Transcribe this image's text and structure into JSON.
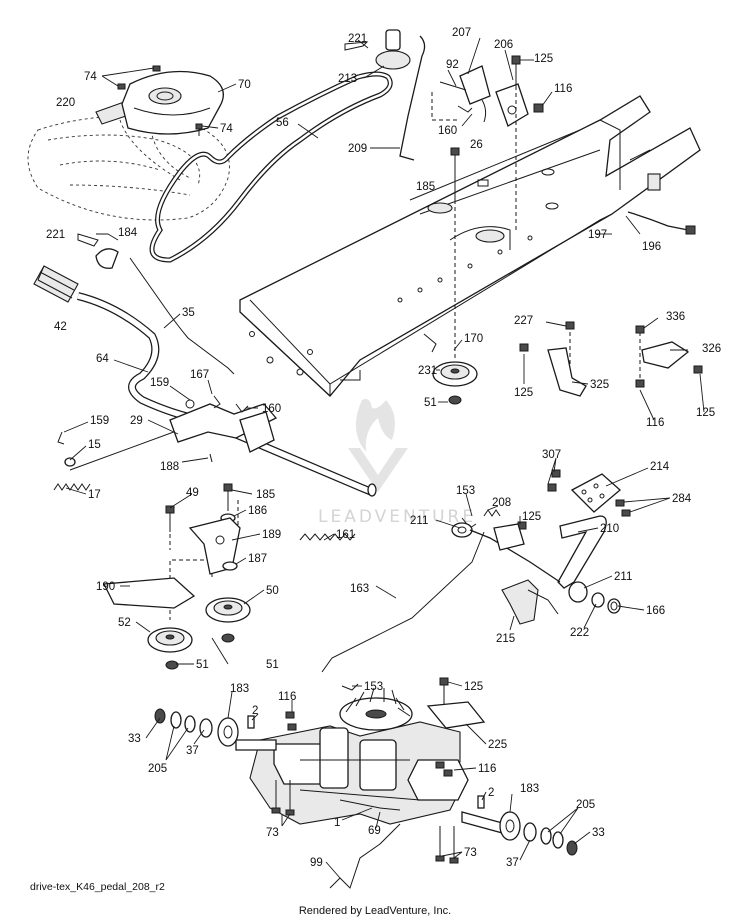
{
  "diagram_id": "drive-tex_K46_pedal_208_r2",
  "footer": "Rendered by LeadVenture, Inc.",
  "watermark": "LEADVENTURE",
  "callouts": [
    {
      "id": "c221a",
      "label": "221"
    },
    {
      "id": "c207",
      "label": "207"
    },
    {
      "id": "c206",
      "label": "206"
    },
    {
      "id": "c125a",
      "label": "125"
    },
    {
      "id": "c92",
      "label": "92"
    },
    {
      "id": "c213",
      "label": "213"
    },
    {
      "id": "c74a",
      "label": "74"
    },
    {
      "id": "c70",
      "label": "70"
    },
    {
      "id": "c116a",
      "label": "116"
    },
    {
      "id": "c220",
      "label": "220"
    },
    {
      "id": "c74b",
      "label": "74"
    },
    {
      "id": "c56",
      "label": "56"
    },
    {
      "id": "c160a",
      "label": "160"
    },
    {
      "id": "c26",
      "label": "26"
    },
    {
      "id": "c209",
      "label": "209"
    },
    {
      "id": "c185a",
      "label": "185"
    },
    {
      "id": "c221b",
      "label": "221"
    },
    {
      "id": "c184",
      "label": "184"
    },
    {
      "id": "c197",
      "label": "197"
    },
    {
      "id": "c196",
      "label": "196"
    },
    {
      "id": "c42",
      "label": "42"
    },
    {
      "id": "c35",
      "label": "35"
    },
    {
      "id": "c227",
      "label": "227"
    },
    {
      "id": "c336",
      "label": "336"
    },
    {
      "id": "c170",
      "label": "170"
    },
    {
      "id": "c326",
      "label": "326"
    },
    {
      "id": "c64",
      "label": "64"
    },
    {
      "id": "c231",
      "label": "231"
    },
    {
      "id": "c125b",
      "label": "125"
    },
    {
      "id": "c325",
      "label": "325"
    },
    {
      "id": "c159a",
      "label": "159"
    },
    {
      "id": "c167",
      "label": "167"
    },
    {
      "id": "c51a",
      "label": "51"
    },
    {
      "id": "c160b",
      "label": "160"
    },
    {
      "id": "c116b",
      "label": "116"
    },
    {
      "id": "c125c",
      "label": "125"
    },
    {
      "id": "c29",
      "label": "29"
    },
    {
      "id": "c159b",
      "label": "159"
    },
    {
      "id": "c15",
      "label": "15"
    },
    {
      "id": "c307",
      "label": "307"
    },
    {
      "id": "c214",
      "label": "214"
    },
    {
      "id": "c188",
      "label": "188"
    },
    {
      "id": "c17",
      "label": "17"
    },
    {
      "id": "c49",
      "label": "49"
    },
    {
      "id": "c185b",
      "label": "185"
    },
    {
      "id": "c153a",
      "label": "153"
    },
    {
      "id": "c208",
      "label": "208"
    },
    {
      "id": "c284",
      "label": "284"
    },
    {
      "id": "c186",
      "label": "186"
    },
    {
      "id": "c211a",
      "label": "211"
    },
    {
      "id": "c125d",
      "label": "125"
    },
    {
      "id": "c210",
      "label": "210"
    },
    {
      "id": "c189",
      "label": "189"
    },
    {
      "id": "c161",
      "label": "161"
    },
    {
      "id": "c187",
      "label": "187"
    },
    {
      "id": "c190",
      "label": "190"
    },
    {
      "id": "c50",
      "label": "50"
    },
    {
      "id": "c163",
      "label": "163"
    },
    {
      "id": "c211b",
      "label": "211"
    },
    {
      "id": "c52",
      "label": "52"
    },
    {
      "id": "c222",
      "label": "222"
    },
    {
      "id": "c166",
      "label": "166"
    },
    {
      "id": "c215",
      "label": "215"
    },
    {
      "id": "c51b",
      "label": "51"
    },
    {
      "id": "c51c",
      "label": "51"
    },
    {
      "id": "c153b",
      "label": "153"
    },
    {
      "id": "c125e",
      "label": "125"
    },
    {
      "id": "c183a",
      "label": "183"
    },
    {
      "id": "c116c",
      "label": "116"
    },
    {
      "id": "c2a",
      "label": "2"
    },
    {
      "id": "c225",
      "label": "225"
    },
    {
      "id": "c33a",
      "label": "33"
    },
    {
      "id": "c37a",
      "label": "37"
    },
    {
      "id": "c205a",
      "label": "205"
    },
    {
      "id": "c116d",
      "label": "116"
    },
    {
      "id": "c2b",
      "label": "2"
    },
    {
      "id": "c183b",
      "label": "183"
    },
    {
      "id": "c205b",
      "label": "205"
    },
    {
      "id": "c73a",
      "label": "73"
    },
    {
      "id": "c1",
      "label": "1"
    },
    {
      "id": "c69",
      "label": "69"
    },
    {
      "id": "c33b",
      "label": "33"
    },
    {
      "id": "c73b",
      "label": "73"
    },
    {
      "id": "c37b",
      "label": "37"
    },
    {
      "id": "c99",
      "label": "99"
    }
  ]
}
